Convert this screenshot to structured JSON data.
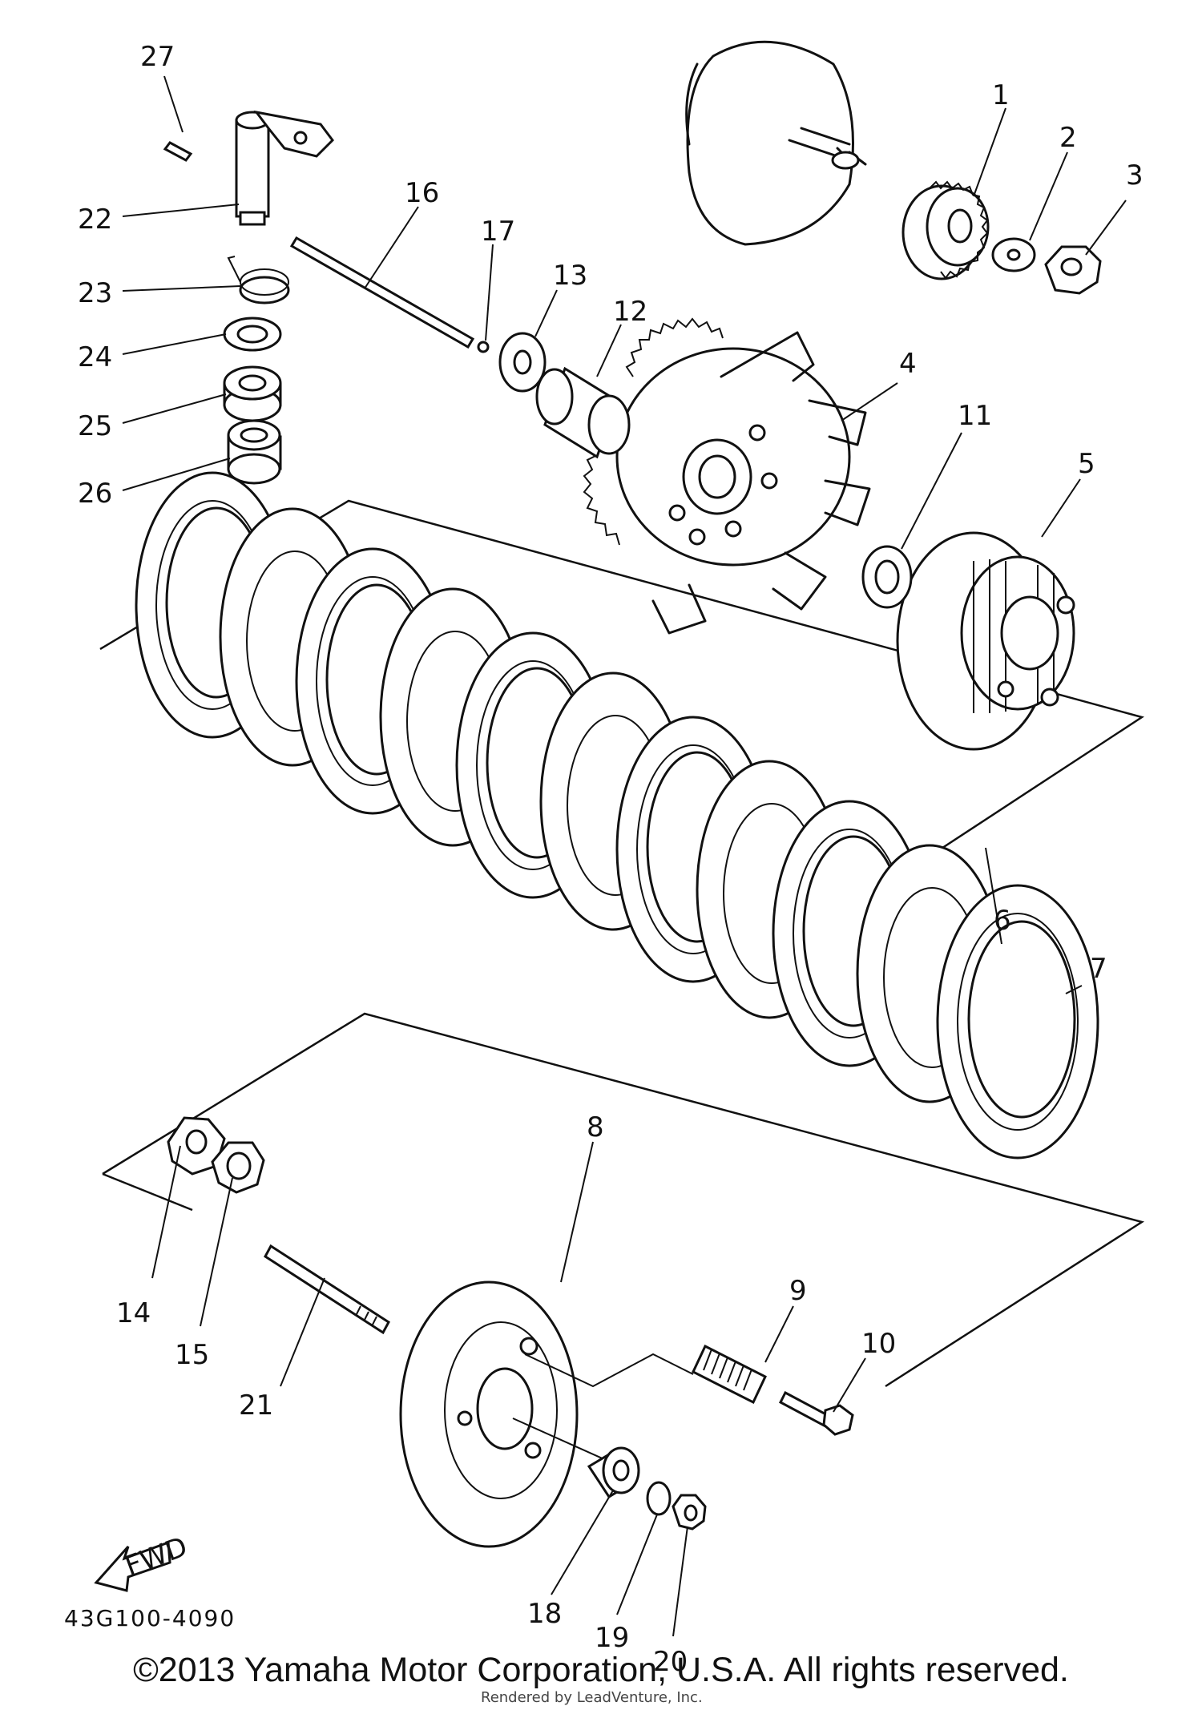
{
  "diagram": {
    "part_code": "43G100-4090",
    "copyright": "©2013 Yamaha Motor Corporation, U.S.A. All rights reserved.",
    "render_credit": "Rendered by LeadVenture, Inc.",
    "fwd_label": "FWD",
    "callouts": [
      "1",
      "2",
      "3",
      "4",
      "5",
      "6",
      "7",
      "8",
      "9",
      "10",
      "11",
      "12",
      "13",
      "14",
      "15",
      "16",
      "17",
      "18",
      "19",
      "20",
      "21",
      "22",
      "23",
      "24",
      "25",
      "26",
      "27"
    ]
  }
}
